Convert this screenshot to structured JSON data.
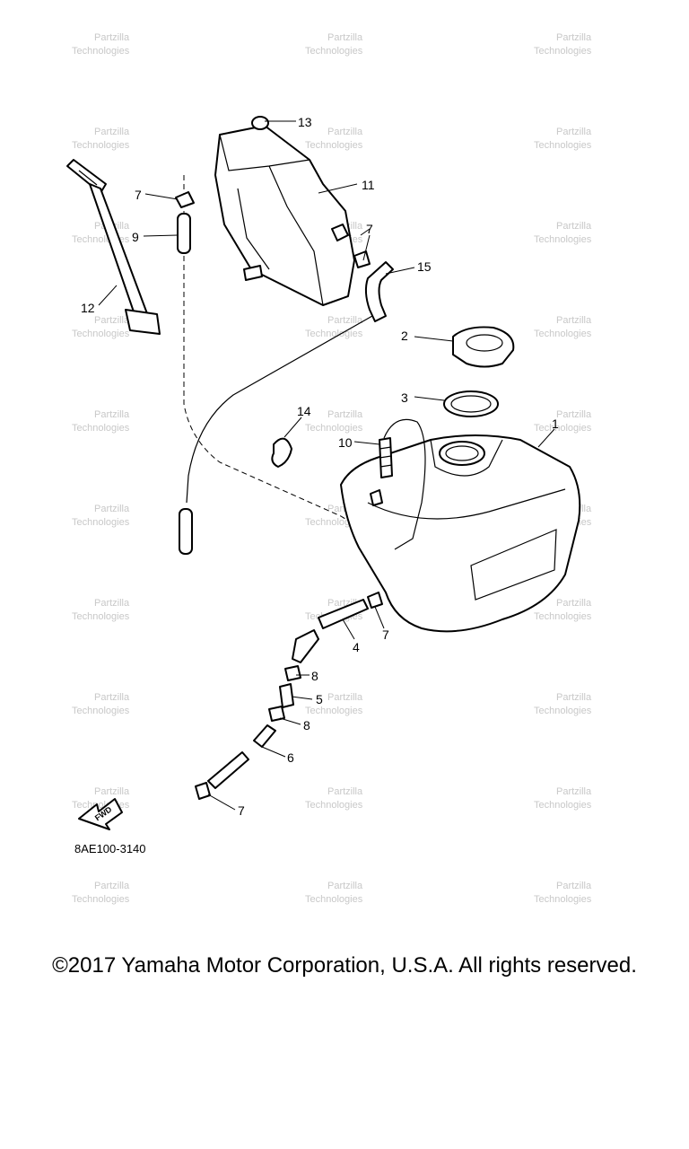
{
  "diagram": {
    "drawing_code": "8AE100-3140",
    "fwd_label": "FWD",
    "watermark_line1": "Partzilla",
    "watermark_line2": "Technologies",
    "callouts": {
      "c1": "1",
      "c2": "2",
      "c3": "3",
      "c4": "4",
      "c5": "5",
      "c6": "6",
      "c7a": "7",
      "c7b": "7",
      "c7c": "7",
      "c7d": "7",
      "c8a": "8",
      "c8b": "8",
      "c9": "9",
      "c10": "10",
      "c11": "11",
      "c12": "12",
      "c13": "13",
      "c14": "14",
      "c15": "15"
    }
  },
  "footer": {
    "copyright": "©2017 Yamaha Motor Corporation, U.S.A. All rights reserved."
  }
}
